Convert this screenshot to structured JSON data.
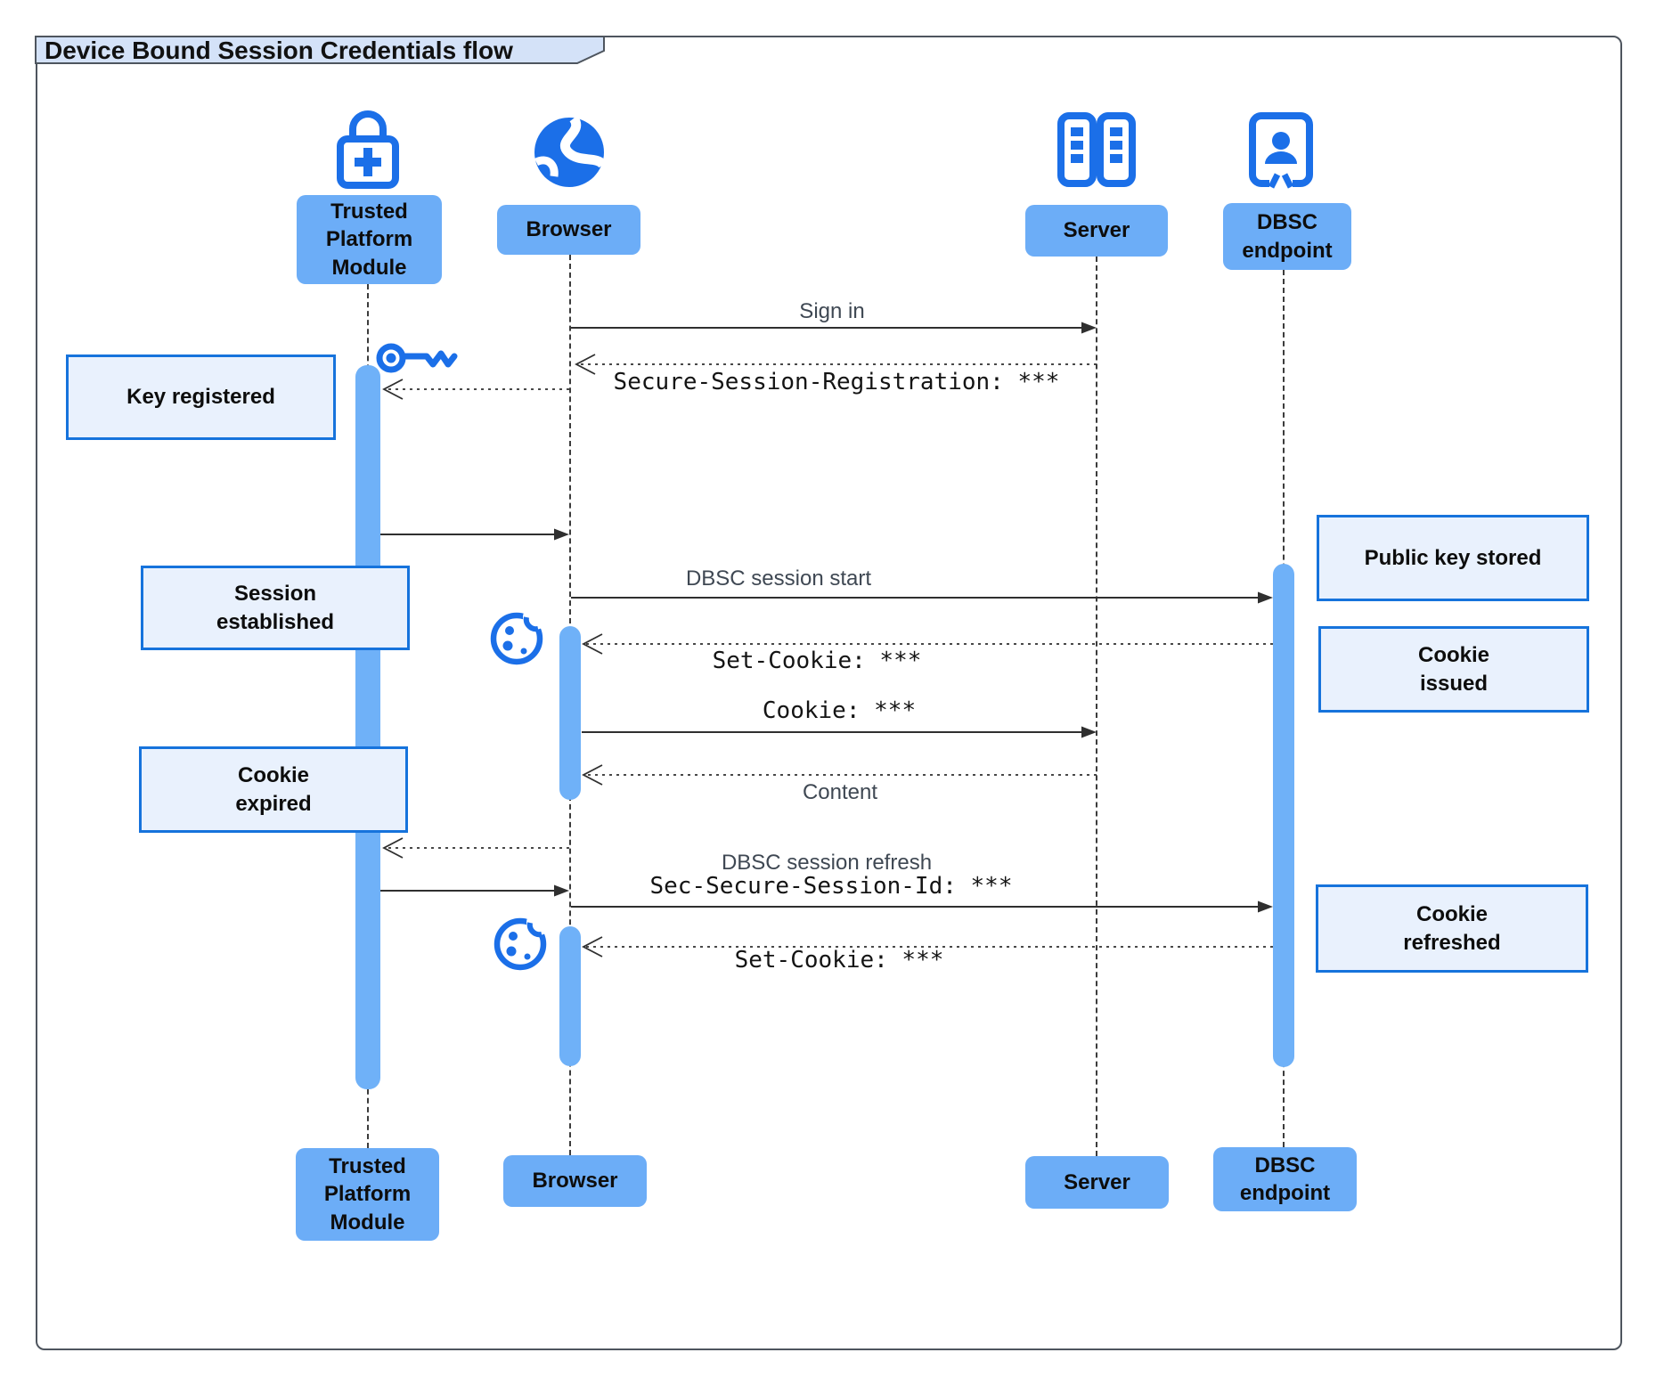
{
  "title": "Device Bound Session Credentials flow",
  "actors": {
    "tpm": {
      "label": "Trusted Platform Module",
      "icon": "lock-plus-icon"
    },
    "browser": {
      "label": "Browser",
      "icon": "globe-icon"
    },
    "server": {
      "label": "Server",
      "icon": "server-rack-icon"
    },
    "dbsc": {
      "label": "DBSC endpoint",
      "icon": "id-badge-icon"
    }
  },
  "messages": {
    "sign_in": "Sign in",
    "secure_session_registration": "Secure-Session-Registration: ***",
    "dbsc_session_start": "DBSC session start",
    "set_cookie_1": "Set-Cookie: ***",
    "cookie": "Cookie: ***",
    "content": "Content",
    "dbsc_session_refresh": "DBSC session refresh",
    "sec_secure_session_id": "Sec-Secure-Session-Id: ***",
    "set_cookie_2": "Set-Cookie: ***"
  },
  "notes": {
    "key_registered": "Key registered",
    "session_established": "Session\nestablished",
    "cookie_expired": "Cookie\nexpired",
    "public_key_stored": "Public key stored",
    "cookie_issued": "Cookie\nissued",
    "cookie_refreshed": "Cookie\nrefreshed"
  },
  "decorations": {
    "key_icon": "key-icon",
    "cookie_icon_1": "cookie-icon",
    "cookie_icon_2": "cookie-icon"
  },
  "colors": {
    "icon_blue": "#1b6fe8",
    "actor_fill": "#6cadf7",
    "activation_fill": "#6fb1f8",
    "note_fill": "#e9f1fd",
    "note_border": "#1673dc",
    "arrow": "#2f2f2f",
    "message_text": "#3f4853",
    "frame_border": "#4e555e",
    "title_tab_fill": "#d4e2f8"
  }
}
